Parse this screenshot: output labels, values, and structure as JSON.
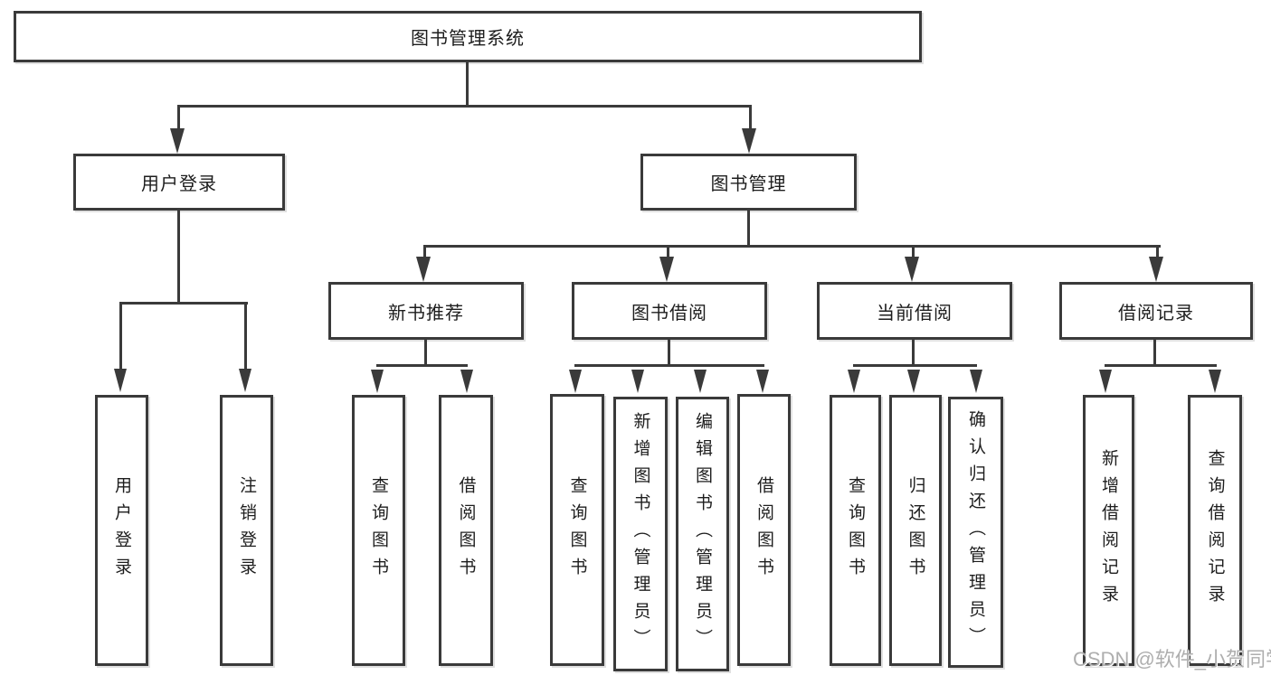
{
  "diagram": {
    "title": "图书管理系统",
    "level2": {
      "user_login": "用户登录",
      "book_mgmt": "图书管理"
    },
    "level3": {
      "new_books": "新书推荐",
      "book_borrow": "图书借阅",
      "current_borrow": "当前借阅",
      "borrow_records": "借阅记录"
    },
    "leaves": {
      "user_login": [
        "用户登录",
        "注销登录"
      ],
      "new_books": [
        "查询图书",
        "借阅图书"
      ],
      "book_borrow": [
        "查询图书",
        "新增图书（管理员）",
        "编辑图书（管理员）",
        "借阅图书"
      ],
      "current_borrow": [
        "查询图书",
        "归还图书",
        "确认归还（管理员）"
      ],
      "borrow_records": [
        "新增借阅记录",
        "查询借阅记录"
      ]
    },
    "watermark": "CSDN @软件_小贺同学",
    "colors": {
      "line": "#3a3a3a",
      "text": "#1d1d1d",
      "watermark": "#aeaeae",
      "background": "#ffffff"
    }
  }
}
